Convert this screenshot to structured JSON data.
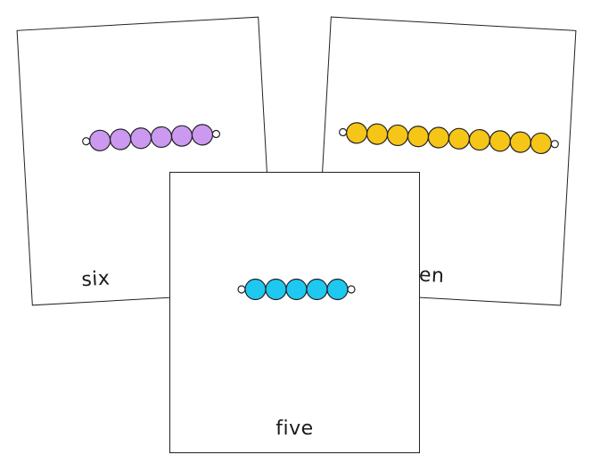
{
  "cards": [
    {
      "id": "six",
      "label": "six",
      "bead_count": 6,
      "bead_color": "#cc99f0"
    },
    {
      "id": "ten",
      "label": "ten",
      "bead_count": 10,
      "bead_color": "#f5c518"
    },
    {
      "id": "five",
      "label": "five",
      "bead_count": 5,
      "bead_color": "#1ec8f0"
    }
  ],
  "colors": {
    "outline": "#222222",
    "background": "#ffffff"
  }
}
